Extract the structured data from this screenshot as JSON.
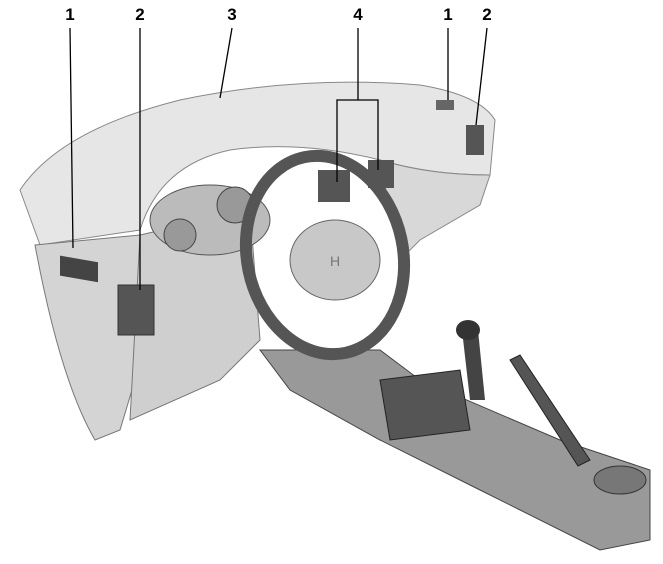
{
  "figure": {
    "callouts": [
      {
        "id": "left-side-vent",
        "label": "1"
      },
      {
        "id": "left-center-vent",
        "label": "2"
      },
      {
        "id": "dashboard",
        "label": "3"
      },
      {
        "id": "center-vents",
        "label": "4"
      },
      {
        "id": "right-side-vent",
        "label": "1"
      },
      {
        "id": "right-vent",
        "label": "2"
      }
    ],
    "logo_text": "H"
  }
}
